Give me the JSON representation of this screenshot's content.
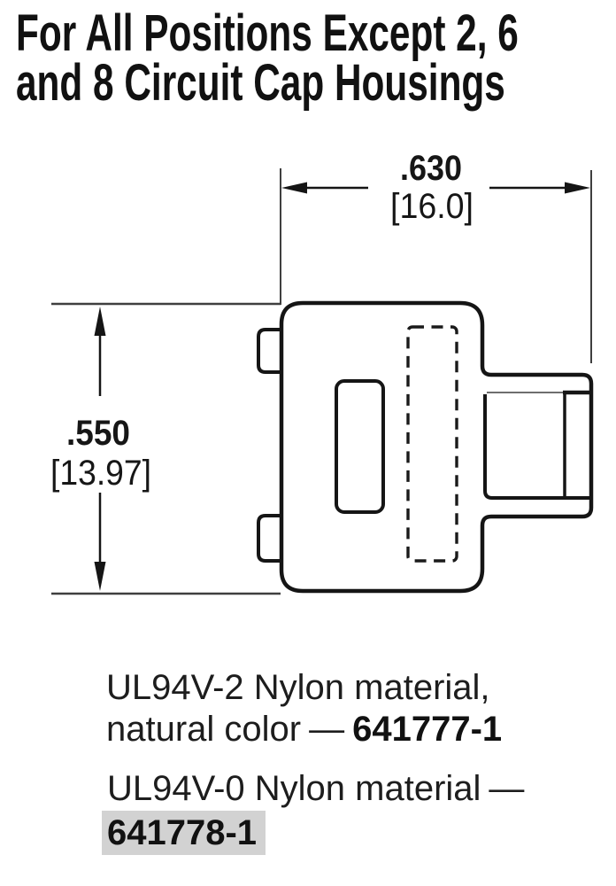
{
  "title": {
    "line1": "For All Positions Except 2, 6",
    "line2": "and 8 Circuit Cap Housings"
  },
  "diagram": {
    "width_dim": {
      "inches": ".630",
      "millimeters": "[16.0]"
    },
    "height_dim": {
      "inches": ".550",
      "millimeters": "[13.97]"
    }
  },
  "notes": [
    {
      "line1": "UL94V-2 Nylon material,",
      "line2": "natural color",
      "dash": "—",
      "part_number": "641777-1"
    },
    {
      "line1": "UL94V-0 Nylon material",
      "dash": "—",
      "part_number": "641778-1"
    }
  ],
  "colors": {
    "line": "#161616",
    "extension_line": "#3f3f3f",
    "hidden_line_gray": "#6e6e6e",
    "highlight": "#d2d2d2",
    "text": "#111111"
  }
}
